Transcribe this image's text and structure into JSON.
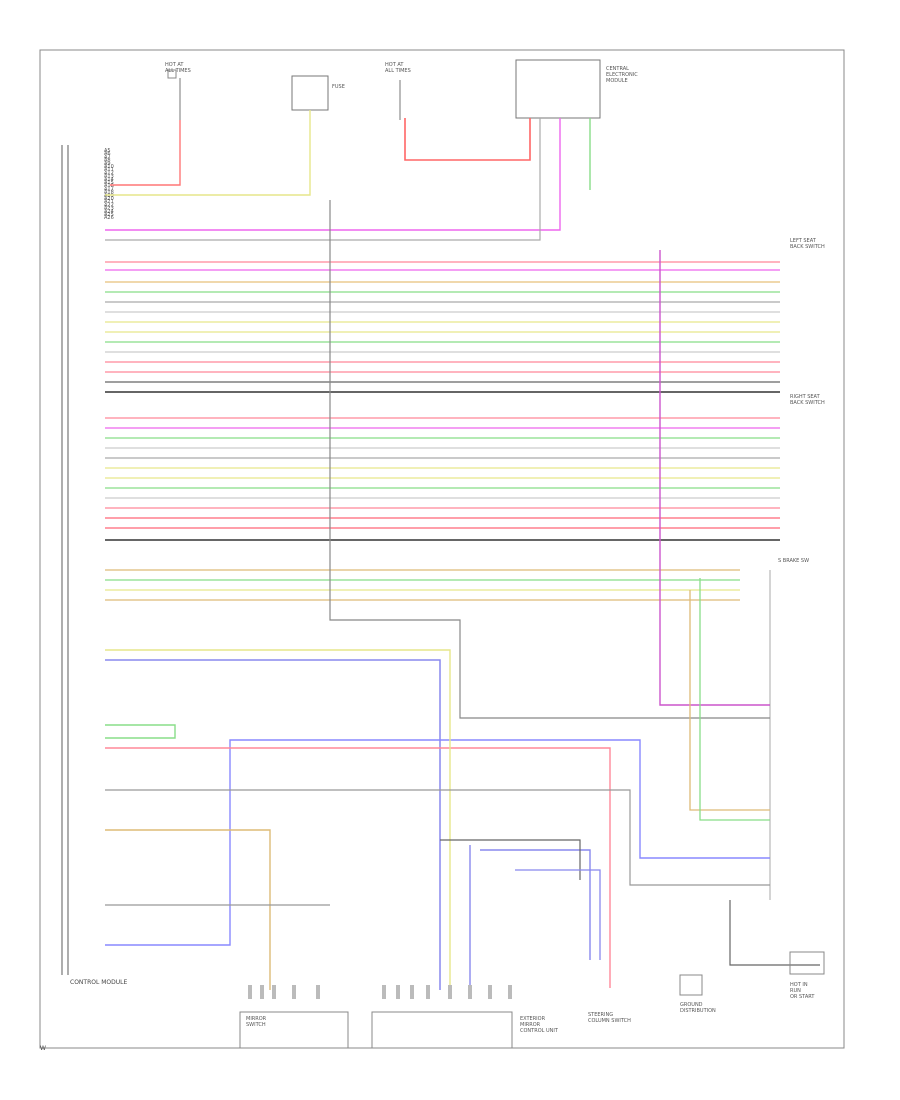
{
  "diagram": {
    "module_label": "CONTROL MODULE",
    "footer_code": "W",
    "left_connector_labels": [
      "A5",
      "A6",
      "A7",
      "A8",
      "A9",
      "A10",
      "A11",
      "A12",
      "A13",
      "A14",
      "A15",
      "A16",
      "A17",
      "A18",
      "A19",
      "A20",
      "A21",
      "A22",
      "A23",
      "A24",
      "A25",
      "A26"
    ],
    "top_components": [
      {
        "id": "hot-at-1",
        "caption": [
          "HOT AT",
          "ALL TIMES"
        ]
      },
      {
        "id": "fuse-a",
        "caption": [
          "FUSE"
        ]
      },
      {
        "id": "hot-at-2",
        "caption": [
          "HOT AT",
          "ALL TIMES"
        ]
      },
      {
        "id": "central-relay",
        "caption": [
          "CENTRAL",
          "ELECTRONIC",
          "MODULE"
        ]
      }
    ],
    "right_blocks": [
      {
        "id": "left-seat",
        "caption": [
          "LEFT SEAT",
          "BACK SWITCH"
        ]
      },
      {
        "id": "right-seat",
        "caption": [
          "RIGHT SEAT",
          "BACK SWITCH"
        ]
      },
      {
        "id": "brake-sw",
        "caption": [
          "S BRAKE SW"
        ]
      }
    ],
    "bottom_components": [
      {
        "id": "mirror-left",
        "caption": [
          "MIRROR",
          "SWITCH"
        ]
      },
      {
        "id": "exterior-mirror",
        "caption": [
          "EXTERIOR",
          "MIRROR",
          "CONTROL UNIT"
        ]
      },
      {
        "id": "steering-sw",
        "caption": [
          "STEERING",
          "COLUMN SWITCH"
        ]
      },
      {
        "id": "ground",
        "caption": [
          "GROUND",
          "DISTRIBUTION"
        ]
      },
      {
        "id": "hot-in-run",
        "caption": [
          "HOT IN",
          "RUN",
          "OR START"
        ]
      }
    ]
  }
}
